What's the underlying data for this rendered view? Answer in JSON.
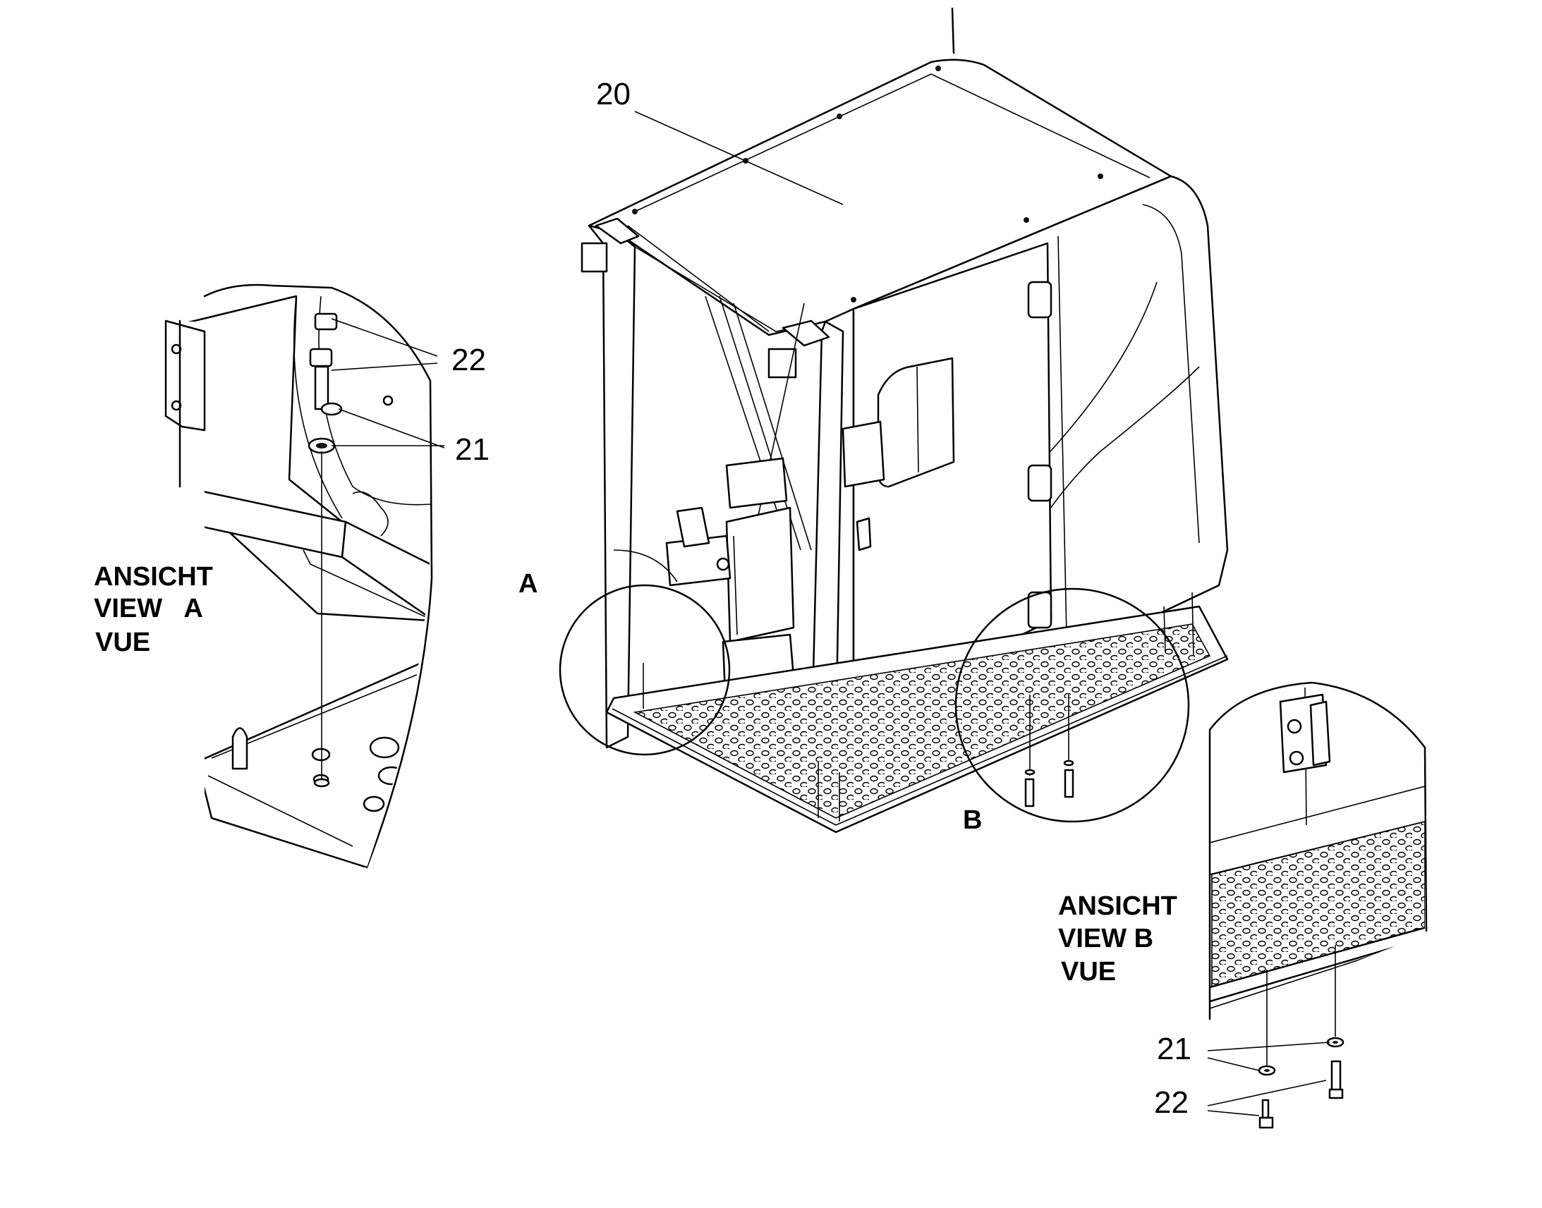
{
  "main_view": {
    "callout_20": "20",
    "view_marker_a": "A",
    "view_marker_b": "B"
  },
  "detail_a": {
    "title_line1": "ANSICHT",
    "title_line2": "VIEW   A",
    "title_line3": "VUE",
    "callout_22": "22",
    "callout_21": "21"
  },
  "detail_b": {
    "title_line1": "ANSICHT",
    "title_line2": "VIEW B",
    "title_line3": "VUE",
    "callout_21": "21",
    "callout_22": "22"
  },
  "style": {
    "line_color": "#000000",
    "background": "#ffffff"
  }
}
